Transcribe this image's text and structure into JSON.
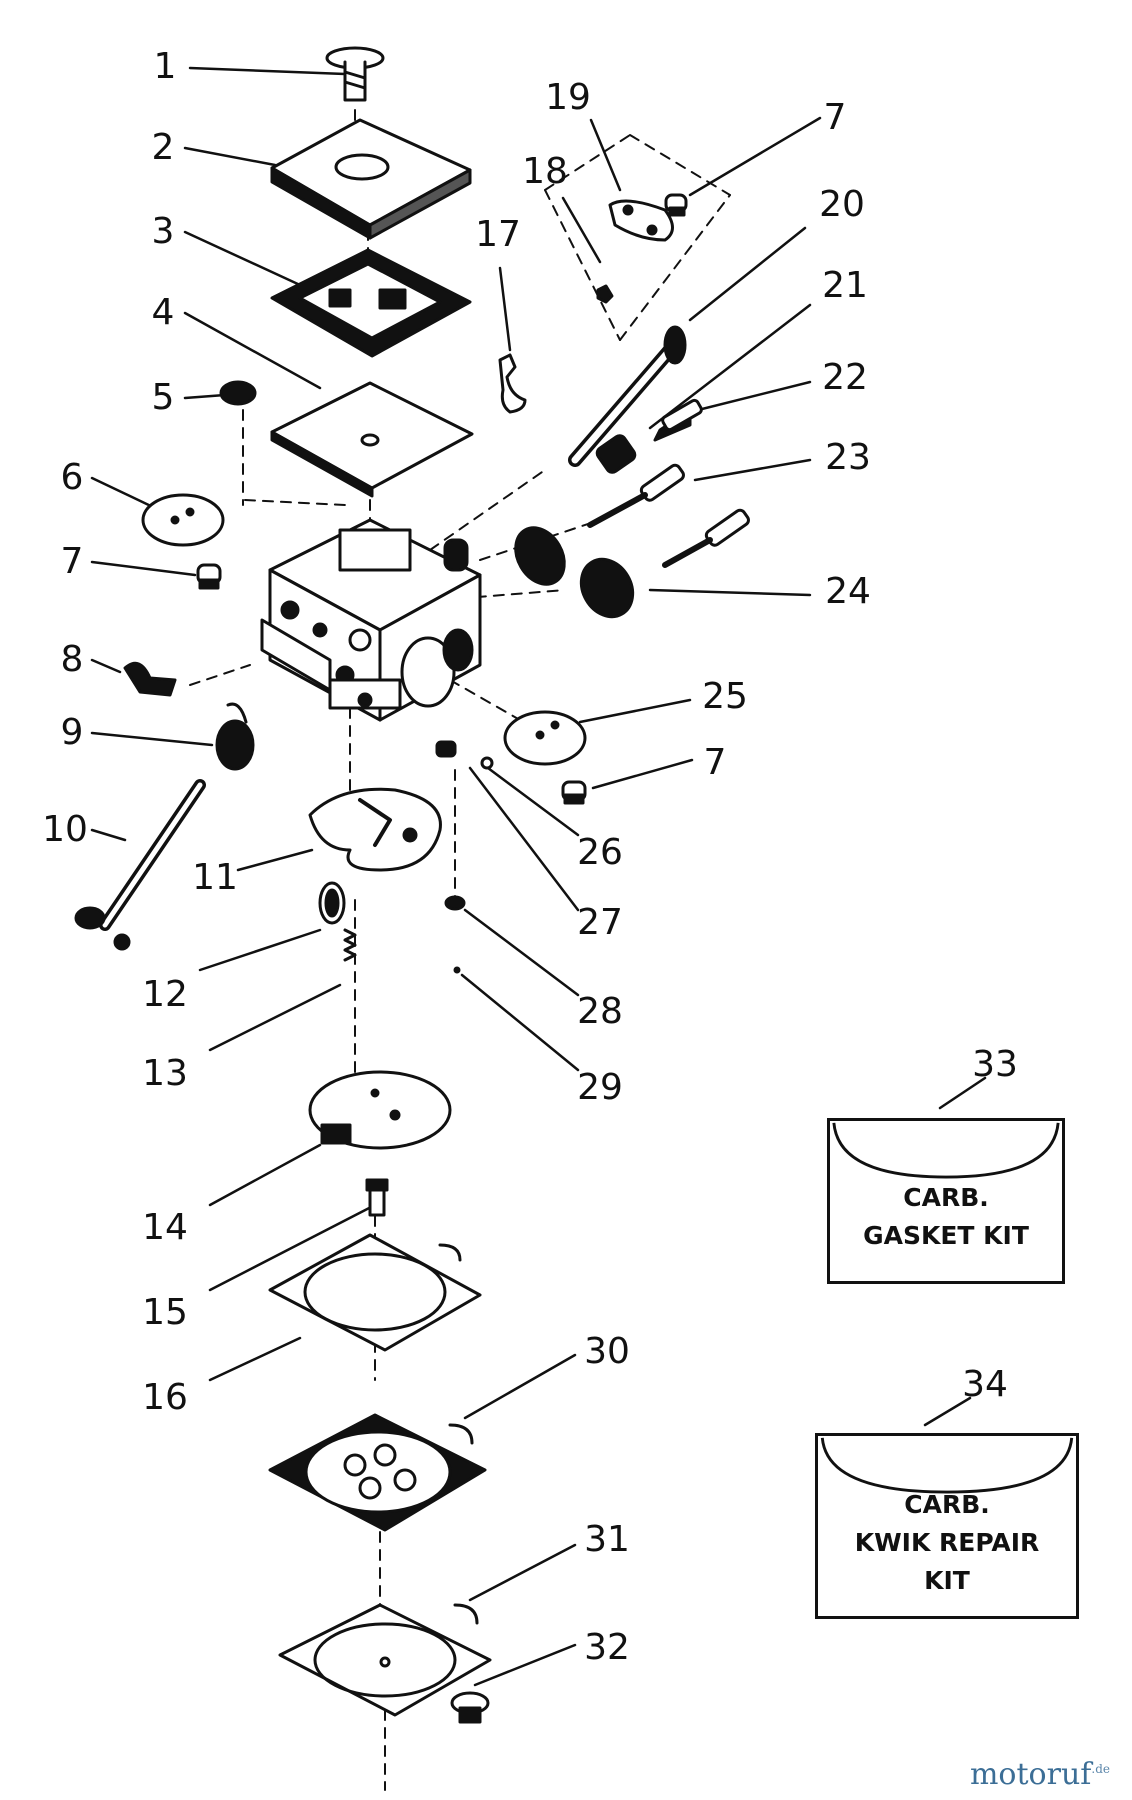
{
  "callouts": [
    {
      "label": "1"
    },
    {
      "label": "2"
    },
    {
      "label": "3"
    },
    {
      "label": "4"
    },
    {
      "label": "5"
    },
    {
      "label": "6"
    },
    {
      "label": "7"
    },
    {
      "label": "8"
    },
    {
      "label": "9"
    },
    {
      "label": "10"
    },
    {
      "label": "11"
    },
    {
      "label": "12"
    },
    {
      "label": "13"
    },
    {
      "label": "14"
    },
    {
      "label": "15"
    },
    {
      "label": "16"
    },
    {
      "label": "17"
    },
    {
      "label": "18"
    },
    {
      "label": "19"
    },
    {
      "label": "7"
    },
    {
      "label": "20"
    },
    {
      "label": "21"
    },
    {
      "label": "22"
    },
    {
      "label": "23"
    },
    {
      "label": "24"
    },
    {
      "label": "25"
    },
    {
      "label": "7"
    },
    {
      "label": "26"
    },
    {
      "label": "27"
    },
    {
      "label": "28"
    },
    {
      "label": "29"
    },
    {
      "label": "30"
    },
    {
      "label": "31"
    },
    {
      "label": "32"
    },
    {
      "label": "33"
    },
    {
      "label": "34"
    }
  ],
  "kits": {
    "gasket": {
      "line1": "CARB.",
      "line2": "GASKET KIT"
    },
    "repair": {
      "line1": "CARB.",
      "line2": "KWIK REPAIR",
      "line3": "KIT"
    }
  },
  "watermark": {
    "text": "motoruf",
    "suffix": ".de"
  }
}
